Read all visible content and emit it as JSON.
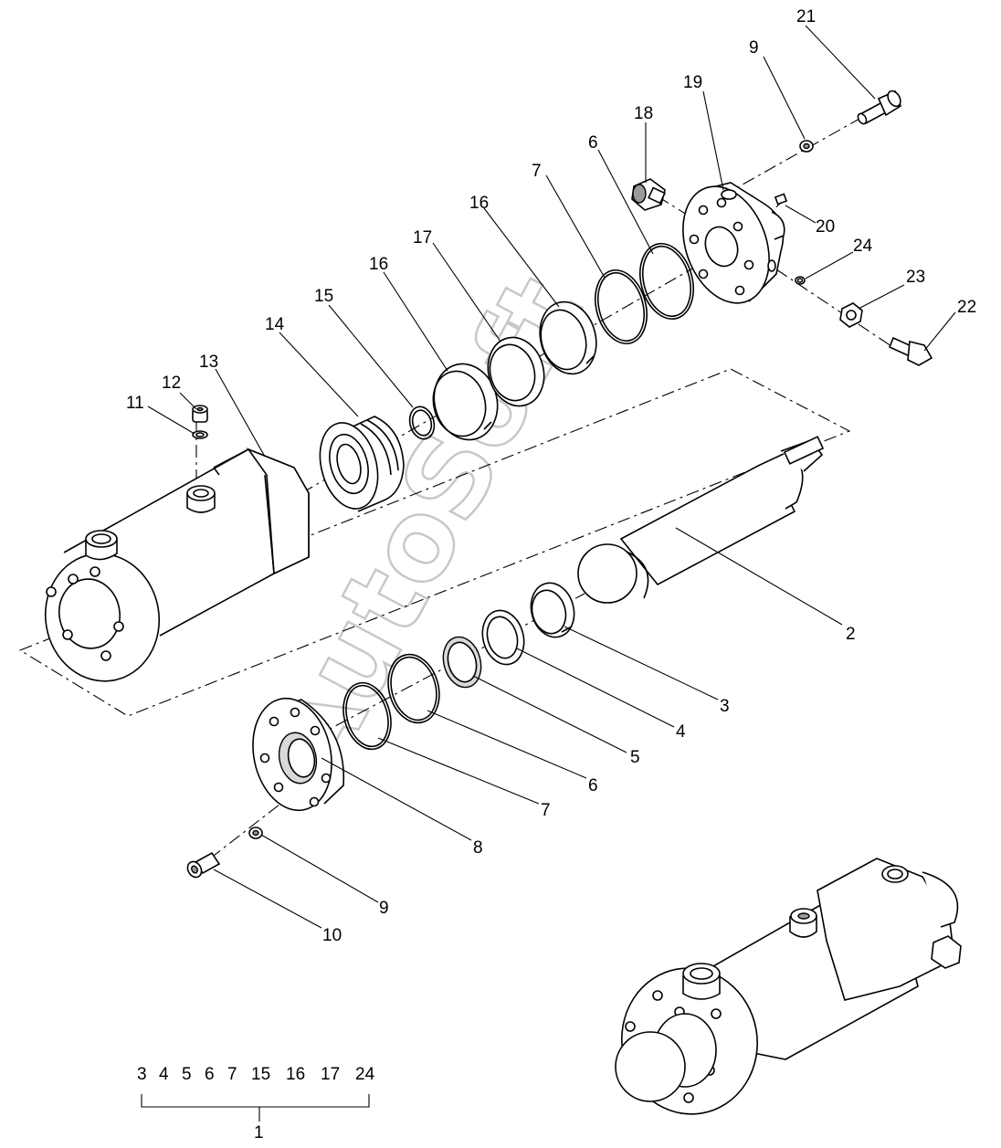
{
  "watermark": "AutoSoft",
  "callouts": {
    "c1": "1",
    "c2": "2",
    "c3a": "3",
    "c4a": "4",
    "c5a": "5",
    "c6a": "6",
    "c6b": "6",
    "c7a": "7",
    "c7b": "7",
    "c8": "8",
    "c9a": "9",
    "c9b": "9",
    "c10": "10",
    "c11": "11",
    "c12": "12",
    "c13": "13",
    "c14": "14",
    "c15": "15",
    "c16a": "16",
    "c16b": "16",
    "c17": "17",
    "c18": "18",
    "c19": "19",
    "c20": "20",
    "c21": "21",
    "c22": "22",
    "c23": "23",
    "c24": "24"
  },
  "kit": {
    "items": [
      "3",
      "4",
      "5",
      "6",
      "7",
      "15",
      "16",
      "17",
      "24"
    ],
    "total": "1"
  }
}
